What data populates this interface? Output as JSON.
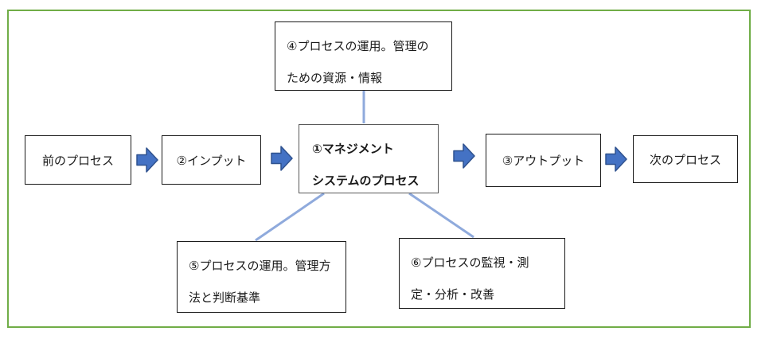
{
  "diagram": {
    "colors": {
      "frame": "#70AD47",
      "arrow_fill": "#4472C4",
      "arrow_stroke": "#2F528F",
      "connector": "#8FAADC",
      "box_border": "#1a1a1a",
      "center_box_border": "#595959"
    },
    "boxes": {
      "top": {
        "lines": [
          "④プロセスの運用。管理の",
          "ための資源・情報"
        ]
      },
      "prev": {
        "label": "前のプロセス"
      },
      "input": {
        "label": "②インプット"
      },
      "center": {
        "lines": [
          "①マネジメント",
          "システムのプロセス"
        ]
      },
      "output": {
        "label": "③アウトプット"
      },
      "next": {
        "label": "次のプロセス"
      },
      "bottom_left": {
        "lines": [
          "⑤プロセスの運用。管理方",
          "法と判断基準"
        ]
      },
      "bottom_right": {
        "lines": [
          "⑥プロセスの監視・測",
          "定・分析・改善"
        ]
      }
    }
  }
}
